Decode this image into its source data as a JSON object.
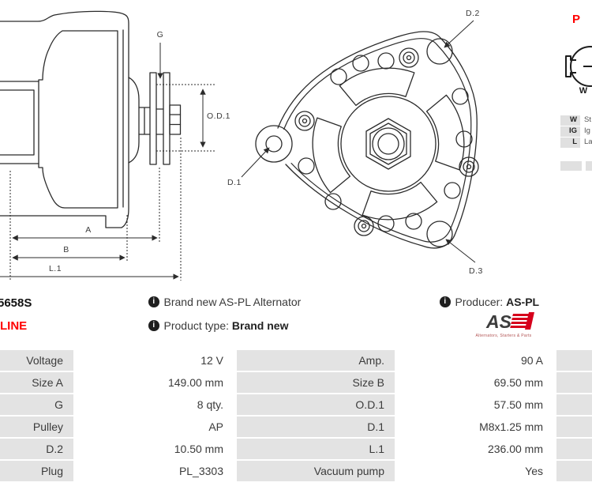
{
  "colors": {
    "accent_red": "#ff0000",
    "logo_red": "#d6001c",
    "cell_gray": "#e3e3e3",
    "line_dark": "#2b2b2b",
    "text_dark": "#3a3a3a"
  },
  "side_view": {
    "label_g": "G",
    "label_od1": "O.D.1",
    "label_a": "A",
    "label_b": "B",
    "label_l1": "L.1"
  },
  "front_view": {
    "label_d1": "D.1",
    "label_d2": "D.2",
    "label_d3": "D.3"
  },
  "plug": {
    "title_fragment": "P",
    "connector_label": "W",
    "terminals": [
      {
        "key": "W",
        "desc": "St"
      },
      {
        "key": "IG",
        "desc": "Ig"
      },
      {
        "key": "L",
        "desc": "La"
      }
    ]
  },
  "product": {
    "number_fragment": "5658S",
    "line_fragment": "LINE",
    "info_icon": "i",
    "brand_line": "Brand new AS-PL Alternator",
    "type_label": "Product type: ",
    "type_value": "Brand new",
    "producer_label": "Producer: ",
    "producer_value": "AS-PL",
    "logo_text": "AS",
    "logo_tagline": "Alternators, Starters & Parts"
  },
  "specs": {
    "rows": [
      {
        "l1": "Voltage",
        "v1": "12 V",
        "l2": "Amp.",
        "v2": "90 A"
      },
      {
        "l1": "Size A",
        "v1": "149.00 mm",
        "l2": "Size B",
        "v2": "69.50 mm"
      },
      {
        "l1": "G",
        "v1": "8 qty.",
        "l2": "O.D.1",
        "v2": "57.50 mm"
      },
      {
        "l1": "Pulley",
        "v1": "AP",
        "l2": "D.1",
        "v2": "M8x1.25 mm"
      },
      {
        "l1": "D.2",
        "v1": "10.50 mm",
        "l2": "L.1",
        "v2": "236.00 mm"
      },
      {
        "l1": "Plug",
        "v1": "PL_3303",
        "l2": "Vacuum pump",
        "v2": "Yes"
      }
    ]
  }
}
